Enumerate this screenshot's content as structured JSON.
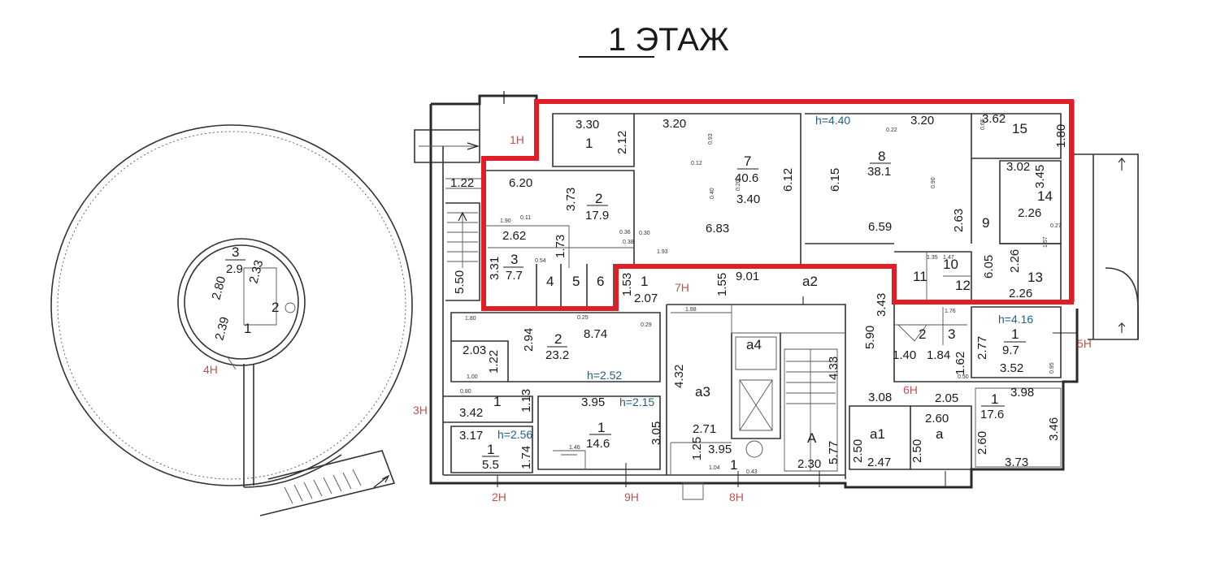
{
  "floor_title": "1 ЭТАЖ",
  "colors": {
    "highlight": "#e01e25",
    "entrance": "#c0504d",
    "height_label": "#1f5f8b",
    "walls": "#2a2a2a"
  },
  "entrances": [
    "1Н",
    "2Н",
    "3Н",
    "4Н",
    "5Н",
    "6Н",
    "7Н",
    "8Н",
    "9Н"
  ],
  "heights": [
    "h=4.40",
    "h=4.16",
    "h=2.52",
    "h=2.15",
    "h=2.56"
  ],
  "rooms": {
    "r1_top": {
      "num": "1",
      "d1": "3.30",
      "d2": "2.12"
    },
    "r2": {
      "num": "2",
      "area": "17.9",
      "d1": "6.20",
      "d2": "3.73"
    },
    "r3": {
      "num": "3",
      "area": "7.7",
      "d1": "2.62",
      "d2": "1.73",
      "d3": "3.31"
    },
    "r4": {
      "num": "4"
    },
    "r5": {
      "num": "5"
    },
    "r6": {
      "num": "6"
    },
    "r7": {
      "num": "7",
      "area": "40.6",
      "d1": "3.20",
      "d2": "3.40",
      "d3": "6.83",
      "d4": "6.12"
    },
    "r8": {
      "num": "8",
      "area": "38.1",
      "d1": "3.20",
      "d2": "6.15",
      "d3": "6.59",
      "d4": "2.63"
    },
    "r9": {
      "num": "9",
      "d1": "6.05"
    },
    "r10": {
      "num": "10"
    },
    "r11": {
      "num": "11"
    },
    "r12": {
      "num": "12"
    },
    "r13": {
      "num": "13",
      "d1": "2.26",
      "d2": "2.26"
    },
    "r14": {
      "num": "14",
      "d1": "3.45",
      "d2": "2.26"
    },
    "r15": {
      "num": "15",
      "d1": "3.62",
      "d2": "1.80",
      "d3": "3.02"
    },
    "r1_corr": {
      "num": "1",
      "d1": "2.07",
      "d2": "1.53"
    },
    "a2": {
      "num": "а2",
      "d1": "9.01",
      "d2": "1.55",
      "d3": "3.43"
    },
    "r2_mid": {
      "num": "2",
      "area": "23.2",
      "d1": "8.74",
      "d2": "2.94",
      "d3": "1.22"
    },
    "r1_left": {
      "num": "1",
      "d1": "2.03",
      "d2": "3.42",
      "d3": "1.13"
    },
    "r1_hall": {
      "num": "1",
      "area": "14.6",
      "d1": "3.95",
      "d2": "3.05"
    },
    "r1_small": {
      "num": "1",
      "area": "5.5",
      "d1": "3.17",
      "d2": "1.74"
    },
    "a3": {
      "num": "а3",
      "d1": "4.32",
      "d2": "2.71"
    },
    "a4": {
      "num": "а4"
    },
    "r1_bot": {
      "num": "1",
      "d1": "1.25",
      "d2": "3.95"
    },
    "A": {
      "num": "А",
      "d1": "5.77",
      "d2": "2.30",
      "d3": "4.33",
      "d4": "5.90"
    },
    "a1": {
      "num": "а1",
      "d1": "2.50",
      "d2": "2.47",
      "d3": "3.08"
    },
    "a": {
      "num": "а",
      "d1": "2.60",
      "d2": "2.50"
    },
    "r1_right": {
      "num": "1",
      "area": "17.6",
      "d1": "2.05",
      "d2": "3.98",
      "d3": "2.60",
      "d4": "3.46",
      "d5": "3.73"
    },
    "r1_5n": {
      "num": "1",
      "area": "9.7",
      "d1": "2.77",
      "d2": "3.52"
    },
    "r2_wc": {
      "num": "2",
      "d1": "1.40",
      "d2": "1.84"
    },
    "r3_wc": {
      "num": "3",
      "d1": "1.62"
    },
    "tower_r3": {
      "num": "3",
      "area": "2.9",
      "d1": "2.33"
    },
    "tower_r2": {
      "num": "2"
    },
    "tower_r1": {
      "num": "1",
      "d1": "2.80",
      "d2": "2.39"
    },
    "stair_left": {
      "d1": "1.22",
      "d2": "5.50"
    }
  },
  "tiny_marks": [
    "0.93",
    "0.90",
    "0.40",
    "0.38",
    "0.54",
    "0.36",
    "0.30",
    "0.20",
    "0.12",
    "0.25",
    "0.29",
    "0.22",
    "0.65",
    "1.90",
    "1.93",
    "1.35",
    "1.47",
    "1.76",
    "1.00",
    "0.80",
    "1.46",
    "1.04",
    "0.43",
    "0.95",
    "1.57",
    "1.88",
    "1.80",
    "0.27",
    "0.11",
    "0.50"
  ]
}
